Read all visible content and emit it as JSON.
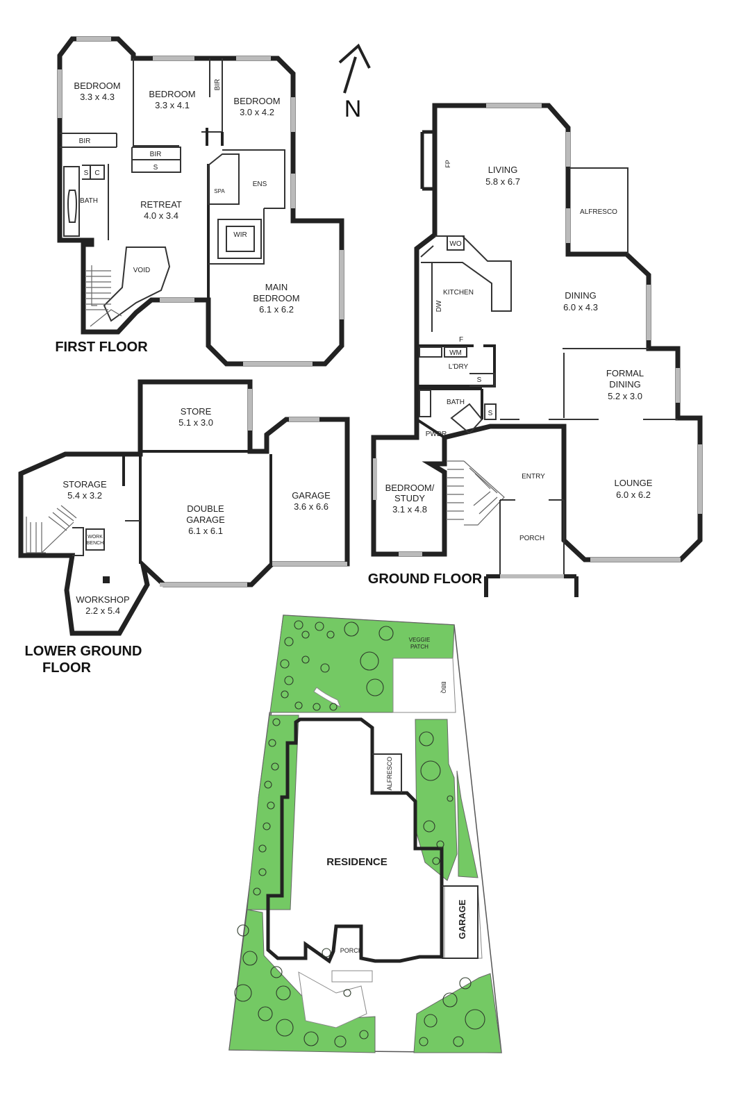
{
  "compass": {
    "label": "N"
  },
  "floors": {
    "first": {
      "title": "FIRST FLOOR",
      "rooms": [
        {
          "id": "bed1",
          "name": "BEDROOM",
          "dims": "3.3 x 4.3"
        },
        {
          "id": "bed2",
          "name": "BEDROOM",
          "dims": "3.3 x 4.1"
        },
        {
          "id": "bed3",
          "name": "BEDROOM",
          "dims": "3.0 x 4.2"
        },
        {
          "id": "retreat",
          "name": "RETREAT",
          "dims": "4.0 x 3.4"
        },
        {
          "id": "main",
          "name": "MAIN",
          "name2": "BEDROOM",
          "dims": "6.1 x 6.2"
        }
      ],
      "labels": {
        "bir": "BIR",
        "s": "S",
        "c": "C",
        "bath": "BATH",
        "ens": "ENS",
        "spa": "SPA",
        "wir": "WIR",
        "void": "VOID"
      }
    },
    "ground": {
      "title": "GROUND FLOOR",
      "rooms": [
        {
          "id": "living",
          "name": "LIVING",
          "dims": "5.8 x 6.7"
        },
        {
          "id": "dining",
          "name": "DINING",
          "dims": "6.0 x 4.3"
        },
        {
          "id": "formal",
          "name": "FORMAL",
          "name2": "DINING",
          "dims": "5.2 x 3.0"
        },
        {
          "id": "lounge",
          "name": "LOUNGE",
          "dims": "6.0 x 6.2"
        },
        {
          "id": "study",
          "name": "BEDROOM/",
          "name2": "STUDY",
          "dims": "3.1 x 4.8"
        }
      ],
      "labels": {
        "alfresco": "ALFRESCO",
        "fp": "FP",
        "wo": "WO",
        "kitchen": "KITCHEN",
        "dw": "DW",
        "wm": "WM",
        "f": "F",
        "ldry": "L'DRY",
        "s": "S",
        "bath": "BATH",
        "pwdr": "PWDR",
        "entry": "ENTRY",
        "porch": "PORCH"
      }
    },
    "lower": {
      "title": "LOWER GROUND",
      "title2": "FLOOR",
      "rooms": [
        {
          "id": "store",
          "name": "STORE",
          "dims": "5.1 x 3.0"
        },
        {
          "id": "storage",
          "name": "STORAGE",
          "dims": "5.4 x 3.2"
        },
        {
          "id": "dgarage",
          "name": "DOUBLE",
          "name2": "GARAGE",
          "dims": "6.1 x 6.1"
        },
        {
          "id": "garage",
          "name": "GARAGE",
          "dims": "3.6 x 6.6"
        },
        {
          "id": "workshop",
          "name": "WORKSHOP",
          "dims": "2.2 x 5.4"
        }
      ],
      "labels": {
        "work": "WORK",
        "bench": "BENCH"
      }
    }
  },
  "site": {
    "labels": {
      "residence": "RESIDENCE",
      "garage": "GARAGE",
      "porch": "PORCH",
      "alfresco": "ALFRESCO",
      "veggie": "VEGGIE",
      "patch": "PATCH",
      "bbq": "BBQ"
    }
  },
  "colors": {
    "lawn": "#74c964",
    "wall": "#222222"
  }
}
